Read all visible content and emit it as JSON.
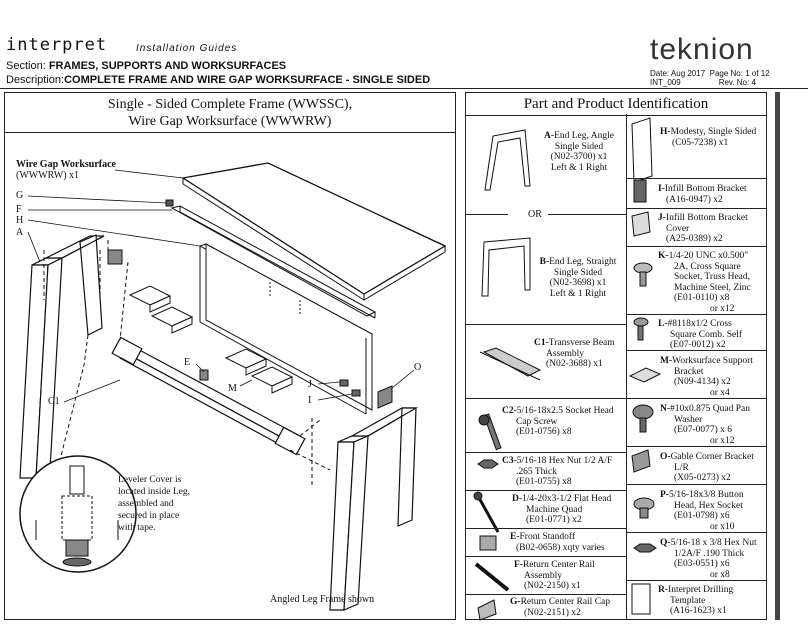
{
  "header": {
    "brand": "interpret",
    "subtitle": "Installation Guides",
    "section_label": "Section:",
    "section_value": "FRAMES, SUPPORTS AND WORKSURFACES",
    "description_label": "Description:",
    "description_value": "COMPLETE FRAME AND WIRE GAP WORKSURFACE - SINGLE SIDED",
    "logo": "teknion",
    "date": "Date: Aug 2017",
    "page": "Page No: 1 of 12",
    "doc_id": "INT_009",
    "rev": "Rev. No: 4"
  },
  "left": {
    "title_line1": "Single - Sided Complete Frame (WWSSC),",
    "title_line2": "Wire Gap Worksurface (WWWRW)",
    "wire_gap_label": "Wire Gap Worksurface",
    "wire_gap_code": "(WWWRW) x1",
    "callouts": [
      "G",
      "F",
      "H",
      "A",
      "E",
      "M",
      "J",
      "I",
      "O",
      "C1"
    ],
    "leveler_note_1": "Leveler Cover is",
    "leveler_note_2": "located inside Leg,",
    "leveler_note_3": "assembled and",
    "leveler_note_4": "secured in place",
    "leveler_note_5": "with tape.",
    "footer_note": "Angled Leg Frame shown"
  },
  "right": {
    "title": "Part and Product Identification",
    "or_text": "OR",
    "parts": {
      "A": {
        "code": "A-",
        "l1": "End Leg, Angle",
        "l2": "Single Sided",
        "l3": "(N02-3700) x1",
        "l4": "Left  & 1 Right"
      },
      "B": {
        "code": "B-",
        "l1": "End Leg, Straight",
        "l2": "Single Sided",
        "l3": "(N02-3698) x1",
        "l4": "Left & 1 Right"
      },
      "C1": {
        "code": "C1-",
        "l1": "Transverse Beam",
        "l2": "Assembly",
        "l3": "(N02-3688) x1"
      },
      "C2": {
        "code": "C2-",
        "l1": "5/16-18x2.5 Socket Head",
        "l2": "Cap Screw",
        "l3": "(E01-0756) x8"
      },
      "C3": {
        "code": "C3-",
        "l1": "5/16-18 Hex Nut 1/2 A/F",
        "l2": ".265 Thick",
        "l3": "(E01-0755) x8"
      },
      "D": {
        "code": "D-",
        "l1": "1/4-20x3-1/2 Flat Head",
        "l2": "Machine Quad",
        "l3": "(E01-0771) x2"
      },
      "E": {
        "code": "E-",
        "l1": "Front Standoff",
        "l2": "(B02-0658) xqty varies"
      },
      "F": {
        "code": "F-",
        "l1": "Return Center Rail",
        "l2": "Assembly",
        "l3": "(N02-2150) x1"
      },
      "G": {
        "code": "G-",
        "l1": "Return Center Rail Cap",
        "l2": "(N02-2151) x2"
      },
      "H": {
        "code": "H-",
        "l1": "Modesty, Single Sided",
        "l2": "(C05-7238) x1"
      },
      "I": {
        "code": "I-",
        "l1": "Infill Bottom Bracket",
        "l2": "(A16-0947) x2"
      },
      "J": {
        "code": "J-",
        "l1": "Infill Bottom Bracket",
        "l2": "Cover",
        "l3": "(A25-0389) x2"
      },
      "K": {
        "code": "K-",
        "l1": "1/4-20 UNC x0.500\"",
        "l2": "2A, Cross Square",
        "l3": "Socket, Truss Head,",
        "l4": "Machine Steel, Zinc",
        "l5": "(E01-0110) x8",
        "l6": "or x12"
      },
      "L": {
        "code": "L-",
        "l1": "#8118x1/2 Cross",
        "l2": "Square Comb. Self",
        "l3": "(E07-0012) x2"
      },
      "M": {
        "code": "M-",
        "l1": "Worksurface Support",
        "l2": "Bracket",
        "l3": "(N09-4134) x2",
        "l4": "or x4"
      },
      "N": {
        "code": "N-",
        "l1": "#10x0.875 Quad Pan",
        "l2": "Washer",
        "l3": "(E07-0077) x 6",
        "l4": "or x12"
      },
      "O": {
        "code": "O-",
        "l1": "Gable Corner Bracket",
        "l2": "L/R",
        "l3": "(X05-0273) x2"
      },
      "P": {
        "code": "P-",
        "l1": "5/16-18x3/8 Button",
        "l2": "Head, Hex Socket",
        "l3": "(E01-0798) x6",
        "l4": "or x10"
      },
      "Q": {
        "code": "Q-",
        "l1": "5/16-18 x 3/8 Hex Nut",
        "l2": "1/2A/F .190 Thick",
        "l3": "(E03-0551) x6",
        "l4": "or x8"
      },
      "R": {
        "code": "R-",
        "l1": "Interpret Drilling",
        "l2": "Template",
        "l3": "(A16-1623) x1"
      }
    }
  }
}
